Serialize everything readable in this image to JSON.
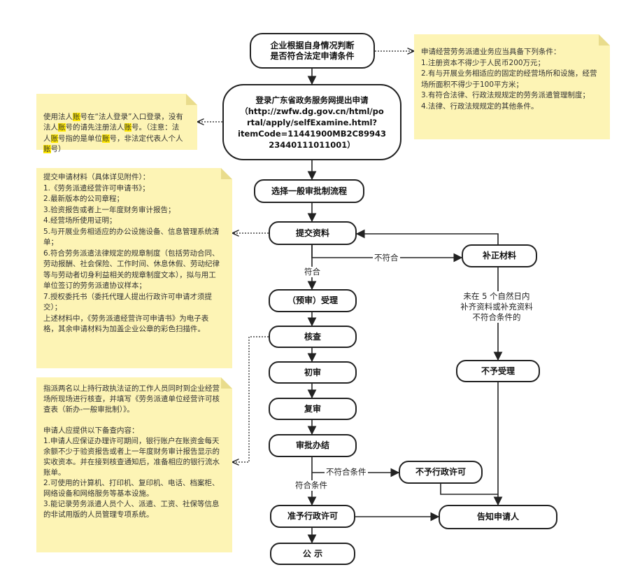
{
  "nodes": {
    "start": "企业根据自身情况判断\n是否符合法定申请条件",
    "login": "登录广东省政务服务网提出申请\n（http://zwfw.dg.gov.cn/html/po\nrtal/apply/selfExamine.html?\nitemCode=11441900MB2C89943\n23440111011001）",
    "choose": "选择一般审批制流程",
    "submit": "提交资料",
    "supplement": "补正材料",
    "accept": "（预审）受理",
    "verify": "核查",
    "first_review": "初审",
    "second_review": "复审",
    "approval": "审批办结",
    "not_accept": "不予受理",
    "deny": "不予行政许可",
    "grant": "准予行政许可",
    "notify": "告知申请人",
    "publicize": "公  示"
  },
  "labels": {
    "not_meet": "不符合",
    "meet": "符合",
    "supplement_fail": "未在 5 个自然日内\n补齐资料或补充资料\n不符合条件的",
    "not_meet_cond": "不符合条件",
    "meet_cond": "符合条件"
  },
  "notes": {
    "conditions": "申请经营劳务派遣业务应当具备下列条件：\n1.注册资本不得少于人民币200万元；\n2.有与开展业务相适应的固定的经营场所和设施，经营场所面积不得少于100平方米；\n3.有符合法律、行政法规规定的劳务派遣管理制度；\n4.法律、行政法规规定的其他条件。",
    "account_parts": [
      "使用法人",
      "账",
      "号在“法人登录”入口登录，没有法人",
      "账",
      "号的请先注册法人",
      "账",
      "号。（注意：法人",
      "账",
      "号指的是单位",
      "账",
      "号，非法定代表人个人",
      "账",
      "号）"
    ],
    "materials": "提交申请材料（具体详见附件）：\n1.《劳务派遣经营许可申请书》；\n2.最新版本的公司章程；\n3.验资报告或者上一年度财务审计报告；\n4.经营场所使用证明；\n5.与开展业务相适应的办公设施设备、信息管理系统清单；\n6.符合劳务派遣法律规定的规章制度（包括劳动合同、劳动报酬、社会保险、工作时间、休息休假、劳动纪律等与劳动者切身利益相关的规章制度文本），拟与用工单位签订的劳务派遣协议样本；\n7.授权委托书（委托代理人提出行政许可申请才须提交）；\n      上述材料中，《劳务派遣经营许可申请书》为电子表格，其余申请材料为加盖企业公章的彩色扫描件。",
    "inspection": "指派两名以上持行政执法证的工作人员同时到企业经营场所现场进行核查，并填写《劳务派遣单位经营许可核查表（新办-一般审批制）》。\n\n申请人应提供以下备查内容：\n1.申请人应保证办理许可期间，银行账户在账资金每天余额不少于验资报告或者上一年度财务审计报告显示的实收资本。并在接到核查通知后，准备相应的银行流水账单。\n2.可使用的计算机、打印机、复印机、电话、档案柜、网络设备和网络服务等基本设施。\n3.能记录劳务派遣人员个人、派遣、工资、社保等信息的非试用版的人员管理专项系统。"
  },
  "colors": {
    "note_bg": "#fdf4b5",
    "highlight": "#ffe800",
    "line": "#222222"
  }
}
